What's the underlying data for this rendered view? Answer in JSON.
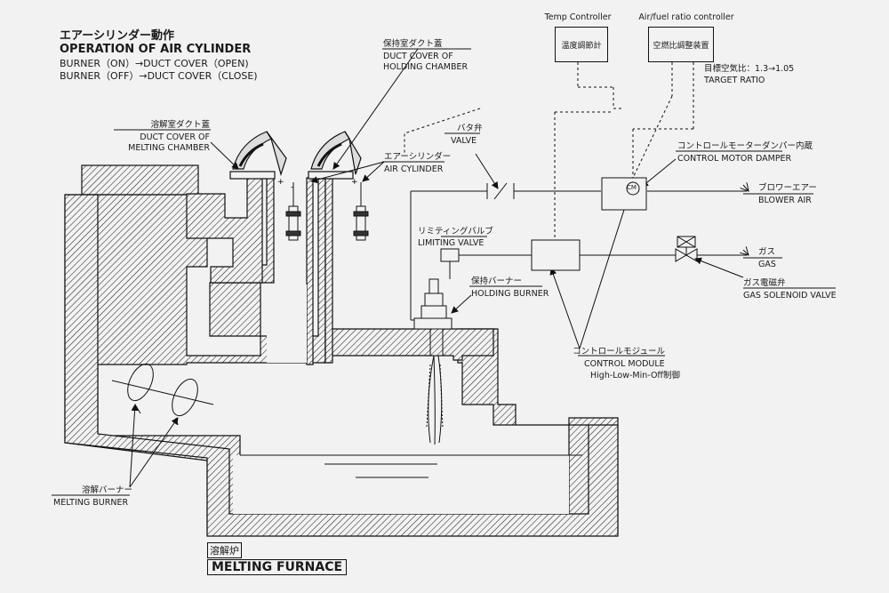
{
  "title": {
    "jp": "エアーシリンダー動作",
    "en": "OPERATION OF AIR CYLINDER",
    "line1": "BURNER（ON）→DUCT COVER（OPEN)",
    "line2": "BURNER（OFF）→DUCT COVER（CLOSE)"
  },
  "labels": {
    "holding_duct_jp": "保持室ダクト蓋",
    "holding_duct_en1": "DUCT COVER OF",
    "holding_duct_en2": "HOLDING CHAMBER",
    "melting_duct_jp": "溶解室ダクト蓋",
    "melting_duct_en1": "DUCT COVER OF",
    "melting_duct_en2": "MELTING CHAMBER",
    "air_cyl_jp": "エアーシリンダー",
    "air_cyl_en": "AIR CYLINDER",
    "valve_jp": "バタ弁",
    "valve_en": "VALVE",
    "limiting_jp": "リミティングバルブ",
    "limiting_en": "LIMITING VALVE",
    "holding_burner_jp": "保持バーナー",
    "holding_burner_en": "HOLDING BURNER",
    "control_module_jp": "コントロールモジュール",
    "control_module_en": "CONTROL MODULE",
    "control_module_mode": "High-Low-Min-Off制御",
    "temp_controller": "Temp Controller",
    "temp_controller_jp": "温度調節計",
    "afr_controller": "Air/fuel ratio controller",
    "afr_controller_jp": "空燃比調整装置",
    "target_jp": "目標空気比：1.3→1.05",
    "target_en": "TARGET RATIO",
    "motor_damper_jp": "コントロールモーターダンパー内蔵",
    "motor_damper_en": "CONTROL MOTOR DAMPER",
    "blower_jp": "ブロワーエアー",
    "blower_en": "BLOWER AIR",
    "gas_jp": "ガス",
    "gas_en": "GAS",
    "gas_sol_jp": "ガス電磁弁",
    "gas_sol_en": "GAS SOLENOID VALVE",
    "melting_burner_jp": "溶解バーナー",
    "melting_burner_en": "MELTING BURNER",
    "motor_symbol": "CM",
    "furnace_jp": "溶解炉",
    "furnace_en": "MELTING FURNACE"
  },
  "colors": {
    "line": "#111111",
    "background": "#f2f2f2"
  }
}
